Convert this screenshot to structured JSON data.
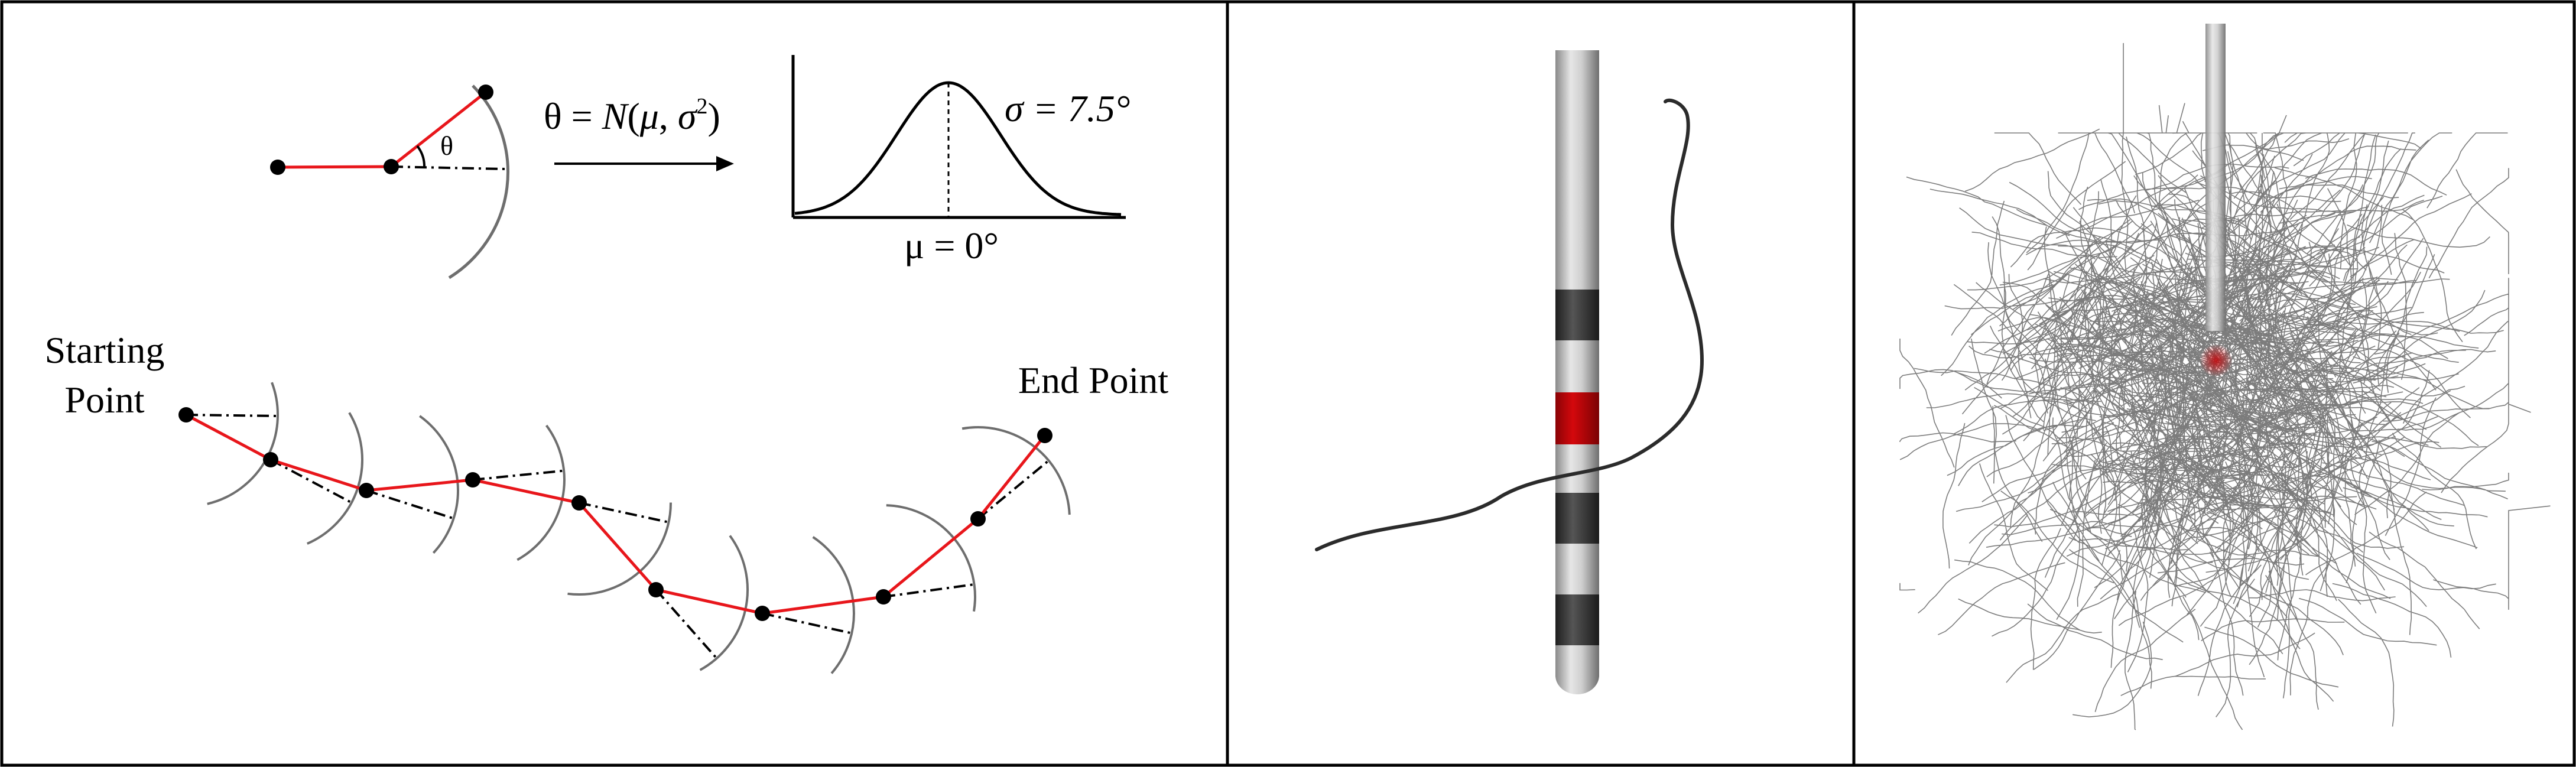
{
  "panel_a": {
    "example": {
      "theta_label": "θ",
      "formula": {
        "prefix": "θ = ",
        "N": "N",
        "open": "(",
        "mu": "μ",
        "comma": ", ",
        "sigma": "σ",
        "sup": "2",
        "close": ")"
      },
      "sigma_label": "σ = 7.5°",
      "mu_label": "μ = 0°"
    },
    "walk": {
      "start_label_line1": "Starting",
      "start_label_line2": "Point",
      "end_label": "End Point"
    }
  },
  "panel_b": {
    "lead_colors": {
      "shaft": "#b8b8b8",
      "dark_contact": "#3a3a3a",
      "active_contact": "#c4070b"
    },
    "fiber_color": "#2b2b2b"
  },
  "panel_c": {
    "fiber_color": "#111111",
    "fiber_count": 900,
    "active_contact_color": "#c4070b"
  },
  "colors": {
    "segment": "#e8161b",
    "node": "#000000",
    "border": "#000000"
  }
}
